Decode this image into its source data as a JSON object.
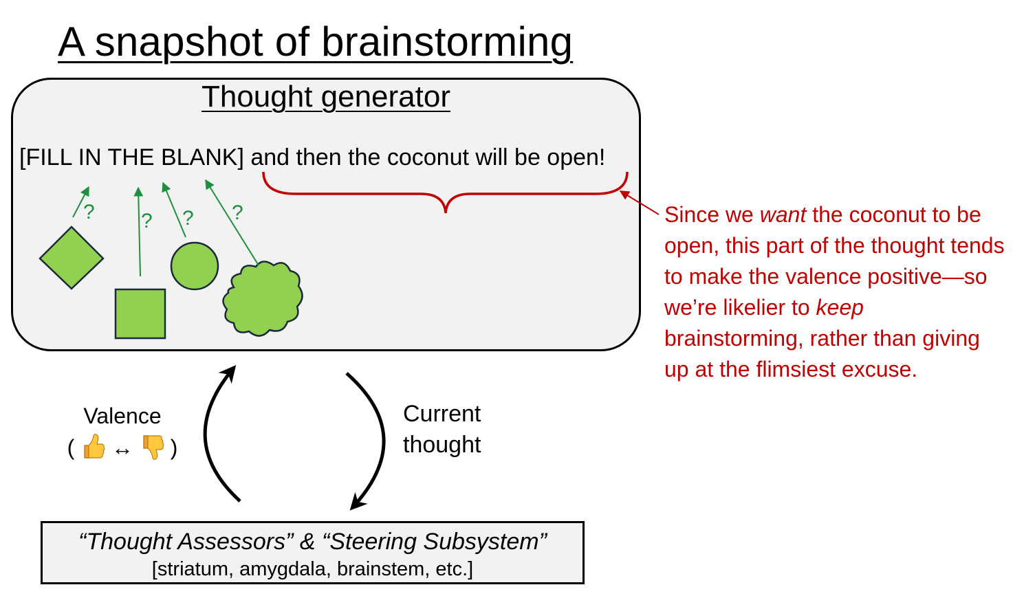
{
  "title": "A snapshot of brainstorming",
  "generator": {
    "title": "Thought generator",
    "thought_prefix": "[FILL IN THE BLANK]",
    "thought_suffix": " and then the coconut will be open!",
    "question_marks": [
      "?",
      "?",
      "?",
      "?"
    ]
  },
  "annotation": {
    "part1": "Since we ",
    "emph1": "want",
    "part2": " the coconut to be open, this part of the thought tends to make the valence positive—so we’re likelier to ",
    "emph2": "keep",
    "part3": " brainstorming, rather than giving up at the flimsiest excuse."
  },
  "valence": {
    "label": "Valence",
    "open_paren": "(",
    "arrow": "↔",
    "close_paren": ")"
  },
  "current_thought": {
    "line1": "Current",
    "line2": "thought"
  },
  "assessors": {
    "title": "“Thought Assessors” & “Steering Subsystem”",
    "subtitle": "[striatum, amygdala, brainstem, etc.]"
  },
  "colors": {
    "shape_fill": "#92d050",
    "shape_stroke": "#1a2a3a",
    "green_arrow": "#1e8f3e",
    "annotation_red": "#c00000",
    "box_fill": "#f2f2f2"
  }
}
